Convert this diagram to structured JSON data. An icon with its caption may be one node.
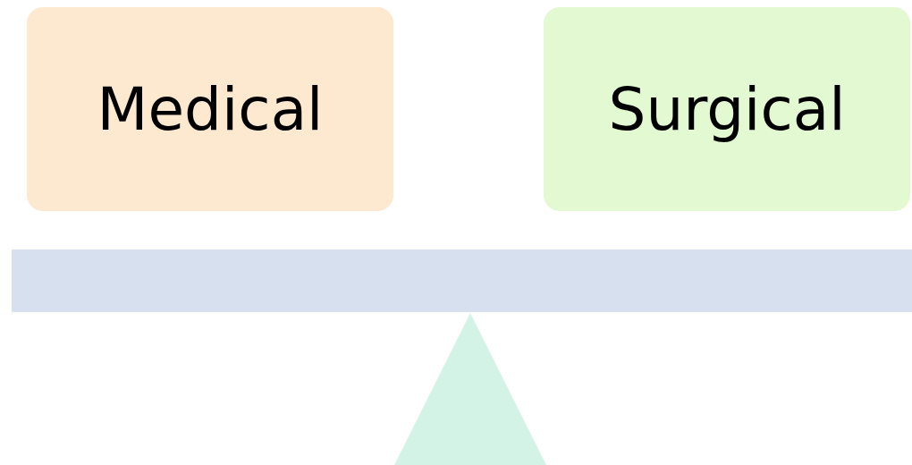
{
  "diagram": {
    "nodes": [
      {
        "text": [
          "Medical"
        ]
      },
      {
        "text": [
          "Surgical"
        ]
      },
      {
        "text": [],
        "shape": "bar"
      },
      {
        "text": [],
        "shape": "triangle"
      }
    ]
  }
}
